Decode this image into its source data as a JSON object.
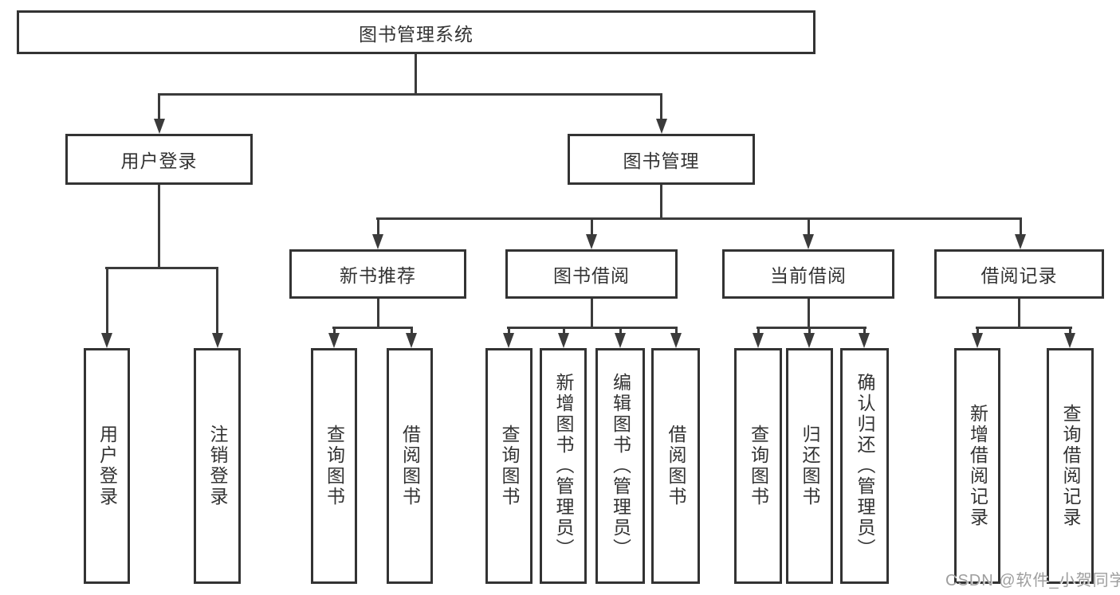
{
  "diagram": {
    "type": "hierarchy-tree",
    "title": "图书管理系统"
  },
  "nodes": {
    "root": {
      "label": "图书管理系统"
    },
    "login": {
      "label": "用户登录"
    },
    "mgmt": {
      "label": "图书管理"
    },
    "recommend": {
      "label": "新书推荐"
    },
    "borrow": {
      "label": "图书借阅"
    },
    "current": {
      "label": "当前借阅"
    },
    "records": {
      "label": "借阅记录"
    },
    "leaf_login_1": {
      "label": "用户登录"
    },
    "leaf_login_2": {
      "label": "注销登录"
    },
    "leaf_rec_1": {
      "label": "查询图书"
    },
    "leaf_rec_2": {
      "label": "借阅图书"
    },
    "leaf_bor_1": {
      "label": "查询图书"
    },
    "leaf_bor_2": {
      "label": "新增图书（管理员）"
    },
    "leaf_bor_3": {
      "label": "编辑图书（管理员）"
    },
    "leaf_bor_4": {
      "label": "借阅图书"
    },
    "leaf_cur_1": {
      "label": "查询图书"
    },
    "leaf_cur_2": {
      "label": "归还图书"
    },
    "leaf_cur_3": {
      "label": "确认归还（管理员）"
    },
    "leaf_recd_1": {
      "label": "新增借阅记录"
    },
    "leaf_recd_2": {
      "label": "查询借阅记录"
    }
  },
  "edges": [
    {
      "from": "root",
      "to": [
        "login",
        "mgmt"
      ]
    },
    {
      "from": "login",
      "to": [
        "leaf_login_1",
        "leaf_login_2"
      ]
    },
    {
      "from": "mgmt",
      "to": [
        "recommend",
        "borrow",
        "current",
        "records"
      ]
    },
    {
      "from": "recommend",
      "to": [
        "leaf_rec_1",
        "leaf_rec_2"
      ]
    },
    {
      "from": "borrow",
      "to": [
        "leaf_bor_1",
        "leaf_bor_2",
        "leaf_bor_3",
        "leaf_bor_4"
      ]
    },
    {
      "from": "current",
      "to": [
        "leaf_cur_1",
        "leaf_cur_2",
        "leaf_cur_3"
      ]
    },
    {
      "from": "records",
      "to": [
        "leaf_recd_1",
        "leaf_recd_2"
      ]
    }
  ],
  "watermark": {
    "text": "CSDN @软件_小贺同学",
    "color": "#9e9e9e"
  },
  "colors": {
    "background": "#ffffff",
    "box_border": "#333333",
    "line": "#3b3b3b",
    "text": "#333333"
  }
}
